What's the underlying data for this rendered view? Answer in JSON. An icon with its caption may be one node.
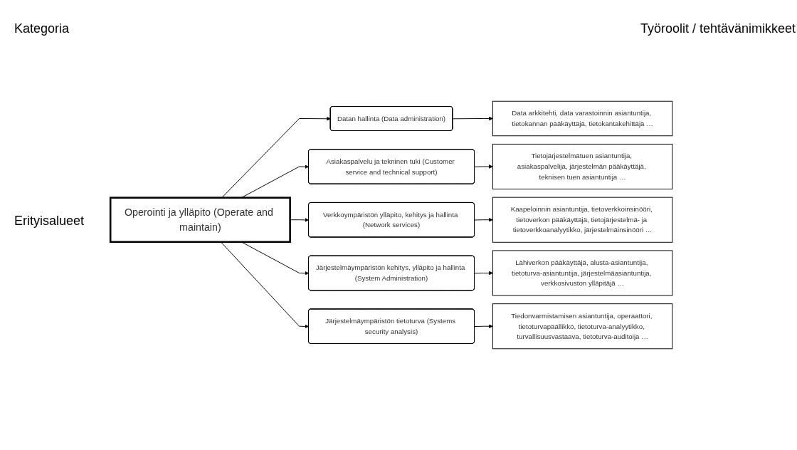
{
  "diagram": {
    "nodes": [
      {
        "text": [
          "Operointi ja ylläpito (Operate and maintain)"
        ]
      },
      {
        "text": [
          "Datan hallinta (Data administration)"
        ]
      },
      {
        "text": [
          "Asiakaspalvelu ja tekninen tuki (Customer service and technical support)"
        ]
      },
      {
        "text": [
          "Verkkoympäristön ylläpito, kehitys ja hallinta (Network services)"
        ]
      },
      {
        "text": [
          "Järjestelmäympäristön kehitys, ylläpito ja hallinta (System Administration)"
        ]
      },
      {
        "text": [
          "Järjestelmäympäristön tietoturva (Systems security analysis)"
        ]
      },
      {
        "text": [
          "Data arkkitehti, data varastoinnin asiantuntija, tietokannan pääkäyttäjä, tietokantakehittäjä …"
        ]
      },
      {
        "text": [
          "Tietojärjestelmätuen asiantuntija, asiakaspalvelija, järjestelmän pääkäyttäjä, teknisen tuen asiantuntija …"
        ]
      },
      {
        "text": [
          "Kaapeloinnin asiantuntija, tietoverkkoinsinööri, tietoverkon pääkäyttäjä, tietojärjestelmä- ja tietoverkkoanalyytikko, järjestelmäinsinööri …"
        ]
      },
      {
        "text": [
          "Lähiverkon pääkäyttäjä, alusta-asiantuntija, tietoturva-asiantuntija, järjestelmäasiantuntija, verkkosivuston ylläpitäjä …"
        ]
      },
      {
        "text": [
          "Tiedonvarmistamisen asiantuntija, operaattori, tietoturvapäällikkö, tietoturva-analyytikko, turvallisuusvastaava, tietoturva-auditoija …"
        ]
      }
    ],
    "edges": [
      {
        "from": 0,
        "to": 1,
        "arrow": "to"
      },
      {
        "from": 0,
        "to": 2,
        "arrow": "to"
      },
      {
        "from": 0,
        "to": 3,
        "arrow": "to"
      },
      {
        "from": 0,
        "to": 4,
        "arrow": "to"
      },
      {
        "from": 0,
        "to": 5,
        "arrow": "to"
      },
      {
        "from": 1,
        "to": 6,
        "arrow": "to"
      },
      {
        "from": 2,
        "to": 7,
        "arrow": "to"
      },
      {
        "from": 3,
        "to": 8,
        "arrow": "to"
      },
      {
        "from": 4,
        "to": 9,
        "arrow": "to"
      },
      {
        "from": 5,
        "to": 10,
        "arrow": "to"
      }
    ],
    "labels": [
      "Kategoria",
      "Työroolit / tehtävänimikkeet",
      "Erityisalueet"
    ]
  }
}
